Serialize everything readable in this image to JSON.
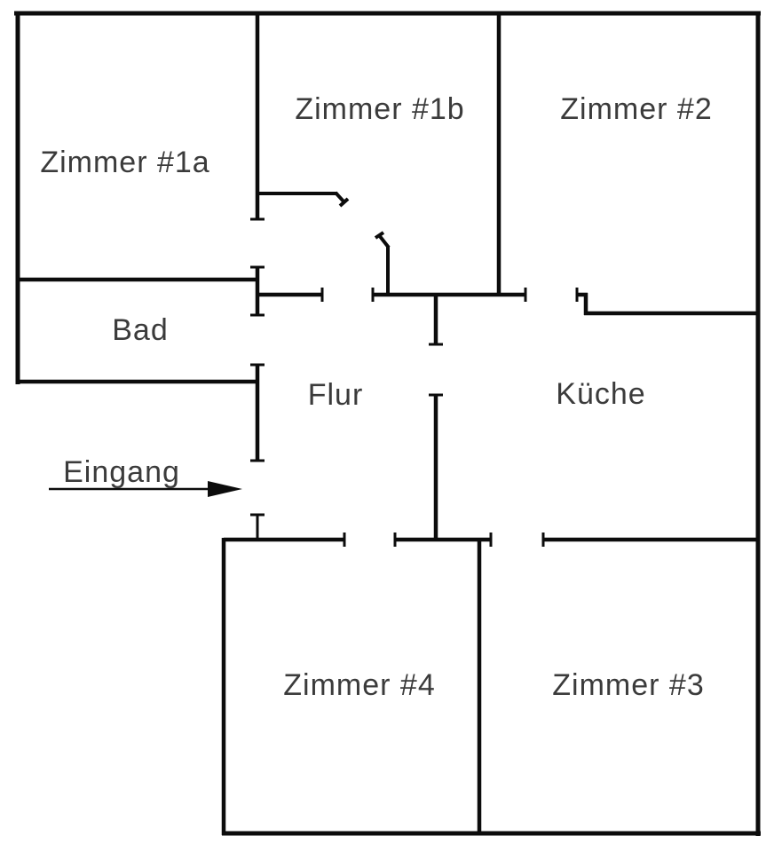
{
  "colors": {
    "background": "#ffffff",
    "wall": "#0c0c0c",
    "text": "#3b3b3b"
  },
  "floorplan": {
    "rooms": [
      {
        "id": "zimmer-1a",
        "label": "Zimmer #1a"
      },
      {
        "id": "zimmer-1b",
        "label": "Zimmer #1b"
      },
      {
        "id": "zimmer-2",
        "label": "Zimmer #2"
      },
      {
        "id": "bad",
        "label": "Bad"
      },
      {
        "id": "flur",
        "label": "Flur"
      },
      {
        "id": "kueche",
        "label": "Küche"
      },
      {
        "id": "zimmer-4",
        "label": "Zimmer #4"
      },
      {
        "id": "zimmer-3",
        "label": "Zimmer #3"
      }
    ],
    "entrance": {
      "label": "Eingang",
      "arrow_direction": "right"
    }
  }
}
